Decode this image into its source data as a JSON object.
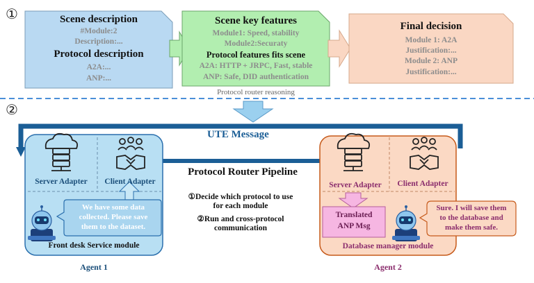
{
  "section_markers": {
    "one": "①",
    "two": "②"
  },
  "scene_panel": {
    "title": "Scene description",
    "module_line": "#Module:2",
    "description_line": "Description:...",
    "protocol_title": "Protocol description",
    "a2a_line": "A2A:...",
    "anp_line": "ANP:..."
  },
  "features_panel": {
    "title": "Scene key features",
    "module1": "Module1: Speed, stability",
    "module2": "Module2:Securaty",
    "fits_title": "Protocol features fits scene",
    "a2a": "A2A: HTTP + JRPC, Fast, stable",
    "anp": "ANP: Safe, DID authentication"
  },
  "router_caption": "Protocol router reasoning",
  "decision_panel": {
    "title": "Final decision",
    "module1": "Module 1: A2A",
    "justification1": "Justification:...",
    "module2": "Module 2: ANP",
    "justification2": "Justification:..."
  },
  "pipeline": {
    "ute_message": "UTE Message",
    "title": "Protocol Router Pipeline",
    "step1_line1": "①Decide which protocol to use",
    "step1_line2": "for each module",
    "step2_line1": "②Run and cross-protocol",
    "step2_line2": "communication"
  },
  "agent1": {
    "server_adapter": "Server Adapter",
    "client_adapter": "Client Adapter",
    "bubble_line1": "We have some data",
    "bubble_line2": "collected. Please save",
    "bubble_line3": "them to the dataset.",
    "module_name": "Front desk Service module",
    "label": "Agent 1"
  },
  "agent2": {
    "server_adapter": "Server Adapter",
    "client_adapter": "Client Adapter",
    "translated_line1": "Translated",
    "translated_line2": "ANP Msg",
    "bubble_line1": "Sure. I will save them",
    "bubble_line2": "to the database and",
    "bubble_line3": "make them safe.",
    "module_name": "Database manager module",
    "label": "Agent 2"
  },
  "colors": {
    "scene_fill": "#b9d9f2",
    "features_fill": "#b2eeb0",
    "decision_fill": "#fad7c3",
    "agent1_fill": "#b8dff3",
    "agent2_fill": "#fbd9c4",
    "pipe_blue": "#1b5e96",
    "dash_blue": "#4a8fd8",
    "label_purple": "#8b2d6d",
    "translated_fill": "#f6b6e2"
  }
}
